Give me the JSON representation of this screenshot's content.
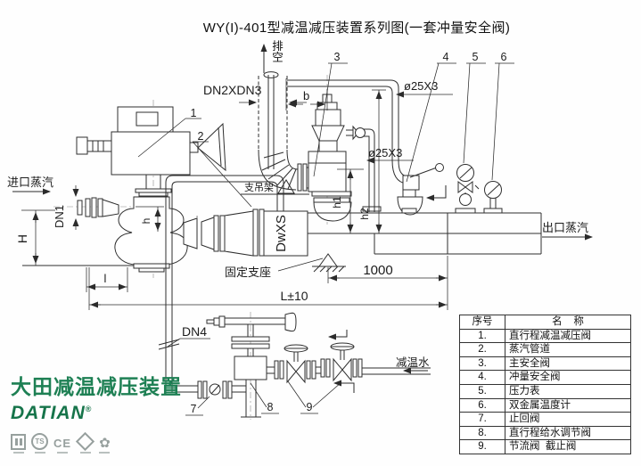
{
  "title": "WY(I)-401型减温减压装置系列图(一套冲量安全阀)",
  "diagram": {
    "labels": {
      "vent": "排空",
      "dn2xdn3": "DN2XDN3",
      "dim_b": "b",
      "pipe_top": "ø25X3",
      "pipe_mid": "ø25X3",
      "inlet": "进口蒸汽",
      "dn1": "DN1",
      "dim_H": "H",
      "dim_h": "h",
      "dim_h1": "h1",
      "dim_h2": "h2",
      "dwxs": "DwXS",
      "fixed_support": "固定支座",
      "hanger": "支吊架",
      "dim_1000": "1000",
      "dim_L": "L±10",
      "dim_l": "l",
      "dn4": "DN4",
      "water": "减温水",
      "outlet": "出口蒸汽"
    },
    "callouts": [
      "1",
      "2",
      "3",
      "4",
      "5",
      "6",
      "7",
      "8",
      "9"
    ]
  },
  "table": {
    "headers": [
      "序号",
      "名    称"
    ],
    "rows": [
      [
        "1.",
        "直行程减温减压阀"
      ],
      [
        "2.",
        "蒸汽管道"
      ],
      [
        "3.",
        "主安全阀"
      ],
      [
        "4.",
        "冲量安全阀"
      ],
      [
        "5.",
        "压力表"
      ],
      [
        "6.",
        "双金属温度计"
      ],
      [
        "7.",
        "止回阀"
      ],
      [
        "8.",
        "直行程给水调节阀"
      ],
      [
        "9.",
        "节流阀  截止阀"
      ]
    ]
  },
  "branding": {
    "company": "大田减温减压装置",
    "logo": "DATIAN",
    "registered": "®",
    "brand_color": "#1e8054",
    "certs": [
      {
        "name": "iso-badge",
        "text": ""
      },
      {
        "name": "ts-badge",
        "text": "TS"
      },
      {
        "name": "ce-badge",
        "text": "CE"
      },
      {
        "name": "api-badge",
        "text": ""
      },
      {
        "name": "cnpc-badge",
        "text": "✿"
      }
    ]
  }
}
